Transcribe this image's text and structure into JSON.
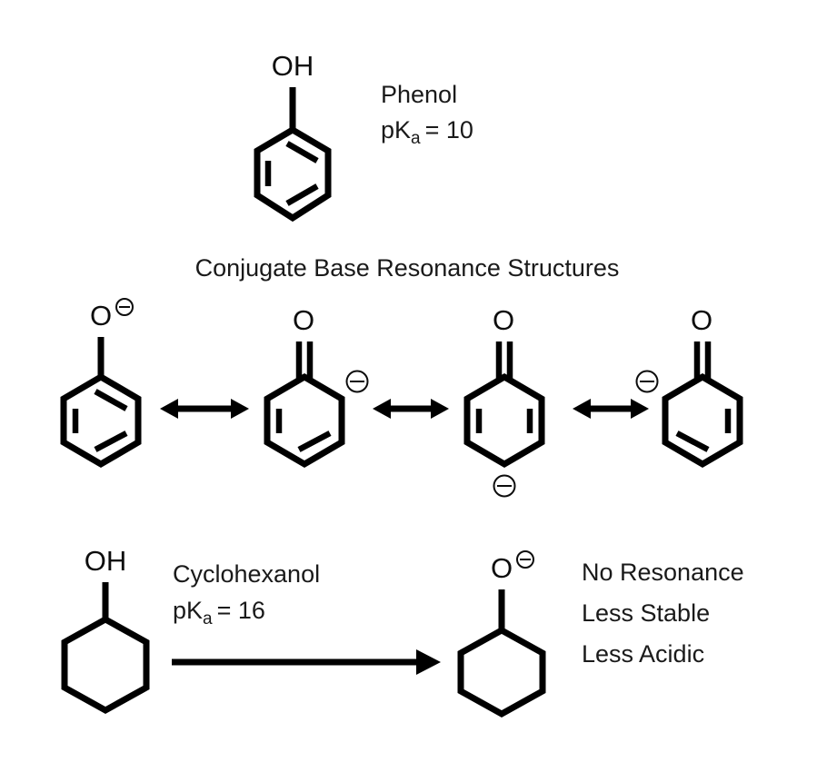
{
  "figure": {
    "title": "Phenol acidity versus cyclohexanol acidity resonance comparison",
    "background_color": "#ffffff",
    "ink_color": "#000000"
  },
  "chart_data": {
    "type": "diagram",
    "title": "Phenol vs Cyclohexanol acidity",
    "rows": [
      {
        "id": "phenol-row",
        "structures": [
          "phenol"
        ],
        "labels": [
          "Phenol",
          "pKa = 10"
        ]
      },
      {
        "id": "resonance-row",
        "heading": "Conjugate Base Resonance Structures",
        "structures": [
          "phenoxide",
          "ortho-carbanion",
          "para-carbanion",
          "ortho-carbanion-left"
        ],
        "arrow_type": "double-headed resonance arrow",
        "arrow_count": 3
      },
      {
        "id": "cyclohexanol-row",
        "structures": [
          "cyclohexanol",
          "cyclohexoxide"
        ],
        "labels": [
          "Cyclohexanol",
          "pKa = 16",
          "No Resonance",
          "Less Stable",
          "Less Acidic"
        ],
        "arrow_type": "single-headed reaction arrow",
        "arrow_count": 1
      }
    ]
  },
  "phenol": {
    "oxygen_label": "O",
    "hydrogen_label": "H",
    "oh_label": "OH",
    "name": "Phenol",
    "pka_prefix": "pK",
    "pka_subscript": "a",
    "pka_value": "= 10"
  },
  "resonance": {
    "heading": "Conjugate Base Resonance Structures",
    "structures": [
      {
        "id": "phenoxide",
        "top_label": "O",
        "top_charge": "minus",
        "ring_charge": null,
        "aromatic": true
      },
      {
        "id": "ortho-right-carbanion",
        "top_label": "O",
        "top_charge": null,
        "ring_charge": "minus",
        "charge_position": "upper-right",
        "aromatic": false
      },
      {
        "id": "para-carbanion",
        "top_label": "O",
        "top_charge": null,
        "ring_charge": "minus",
        "charge_position": "bottom",
        "aromatic": false
      },
      {
        "id": "ortho-left-carbanion",
        "top_label": "O",
        "top_charge": null,
        "ring_charge": "minus",
        "charge_position": "upper-left",
        "aromatic": false
      }
    ]
  },
  "cyclohexanol": {
    "oh_label": "OH",
    "name": "Cyclohexanol",
    "pka_prefix": "pK",
    "pka_subscript": "a",
    "pka_value": "= 16"
  },
  "cyclohexoxide": {
    "oxygen_label": "O",
    "charge": "minus",
    "notes": [
      "No Resonance",
      "Less Stable",
      "Less Acidic"
    ],
    "note_1": "No Resonance",
    "note_2": "Less Stable",
    "note_3": "Less Acidic"
  }
}
